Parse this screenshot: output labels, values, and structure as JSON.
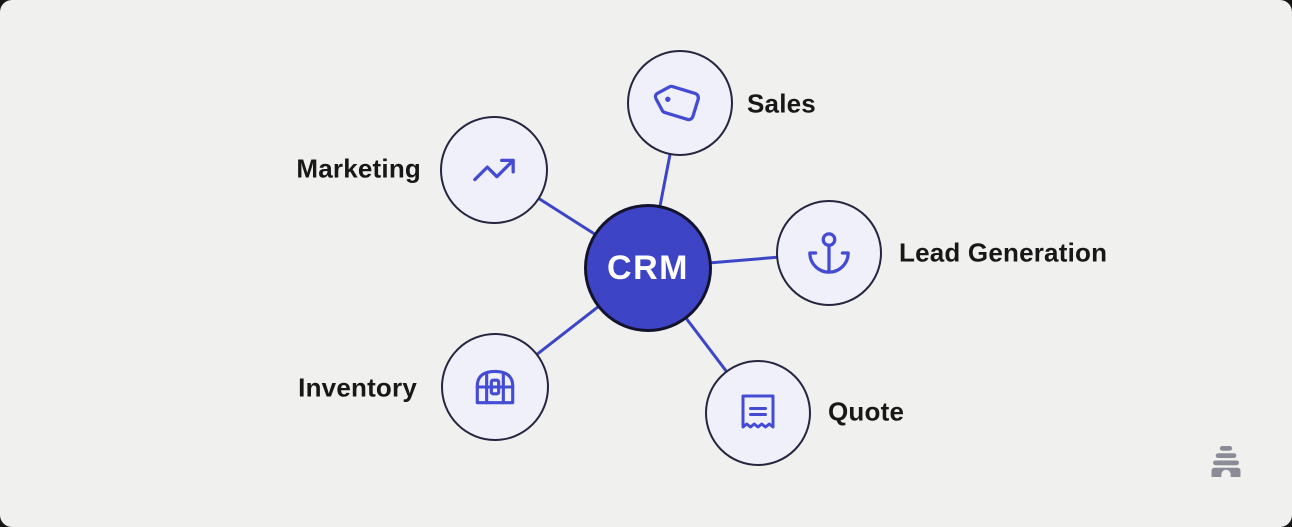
{
  "diagram": {
    "title_implied": "CRM feature map",
    "center": {
      "label": "CRM"
    },
    "nodes": [
      {
        "id": "sales",
        "label": "Sales",
        "icon": "tag-icon"
      },
      {
        "id": "marketing",
        "label": "Marketing",
        "icon": "trending-up-icon"
      },
      {
        "id": "lead-generation",
        "label": "Lead Generation",
        "icon": "anchor-icon"
      },
      {
        "id": "inventory",
        "label": "Inventory",
        "icon": "treasure-chest-icon"
      },
      {
        "id": "quote",
        "label": "Quote",
        "icon": "receipt-icon"
      }
    ],
    "colors": {
      "background": "#f1f1ef",
      "center_fill": "#3b42c5",
      "center_border": "#10102a",
      "center_text": "#ffffff",
      "node_fill": "#f1f1fc",
      "node_border": "#23233e",
      "icon_stroke": "#424ad4",
      "connector": "#3a44c8",
      "label_text": "#151515",
      "logo_gray": "#8b8b97"
    }
  },
  "footer": {
    "logo": "beehive-logo"
  }
}
